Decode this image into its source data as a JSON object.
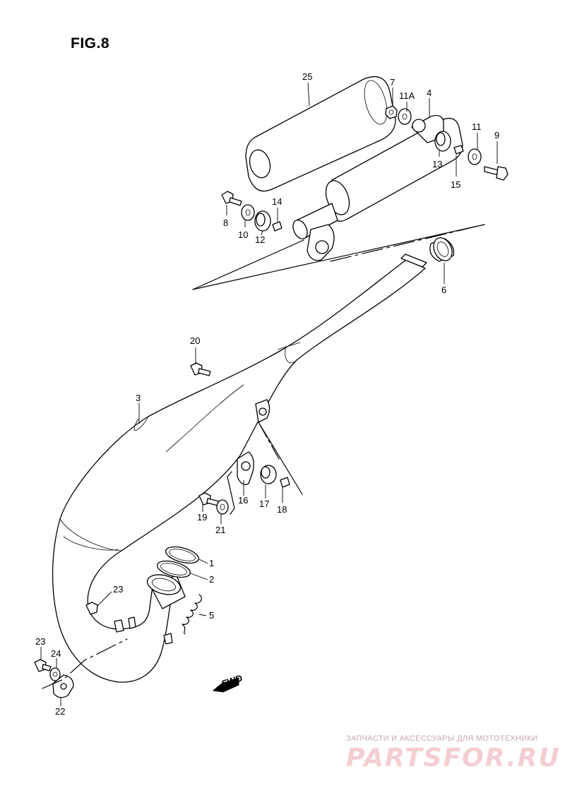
{
  "figure": {
    "title": "FIG.8"
  },
  "callouts": [
    {
      "id": "25",
      "label": "25"
    },
    {
      "id": "7",
      "label": "7"
    },
    {
      "id": "11A",
      "label": "11A"
    },
    {
      "id": "4",
      "label": "4"
    },
    {
      "id": "11",
      "label": "11"
    },
    {
      "id": "9",
      "label": "9"
    },
    {
      "id": "13",
      "label": "13"
    },
    {
      "id": "15",
      "label": "15"
    },
    {
      "id": "14",
      "label": "14"
    },
    {
      "id": "8",
      "label": "8"
    },
    {
      "id": "10",
      "label": "10"
    },
    {
      "id": "12",
      "label": "12"
    },
    {
      "id": "6",
      "label": "6"
    },
    {
      "id": "20",
      "label": "20"
    },
    {
      "id": "3",
      "label": "3"
    },
    {
      "id": "16",
      "label": "16"
    },
    {
      "id": "17",
      "label": "17"
    },
    {
      "id": "18",
      "label": "18"
    },
    {
      "id": "19",
      "label": "19"
    },
    {
      "id": "21",
      "label": "21"
    },
    {
      "id": "1",
      "label": "1"
    },
    {
      "id": "2",
      "label": "2"
    },
    {
      "id": "23a",
      "label": "23"
    },
    {
      "id": "5",
      "label": "5"
    },
    {
      "id": "23b",
      "label": "23"
    },
    {
      "id": "24",
      "label": "24"
    },
    {
      "id": "22",
      "label": "22"
    }
  ],
  "direction_marker": {
    "label": "FWD",
    "icon": "fwd-arrow-icon"
  },
  "watermark": {
    "tagline": "ЗАПЧАСТИ И АКСЕССУАРЫ ДЛЯ МОТОТЕХНИКИ",
    "logo_text": "PARTSFOR.RU",
    "color": "#e8a0a8"
  }
}
